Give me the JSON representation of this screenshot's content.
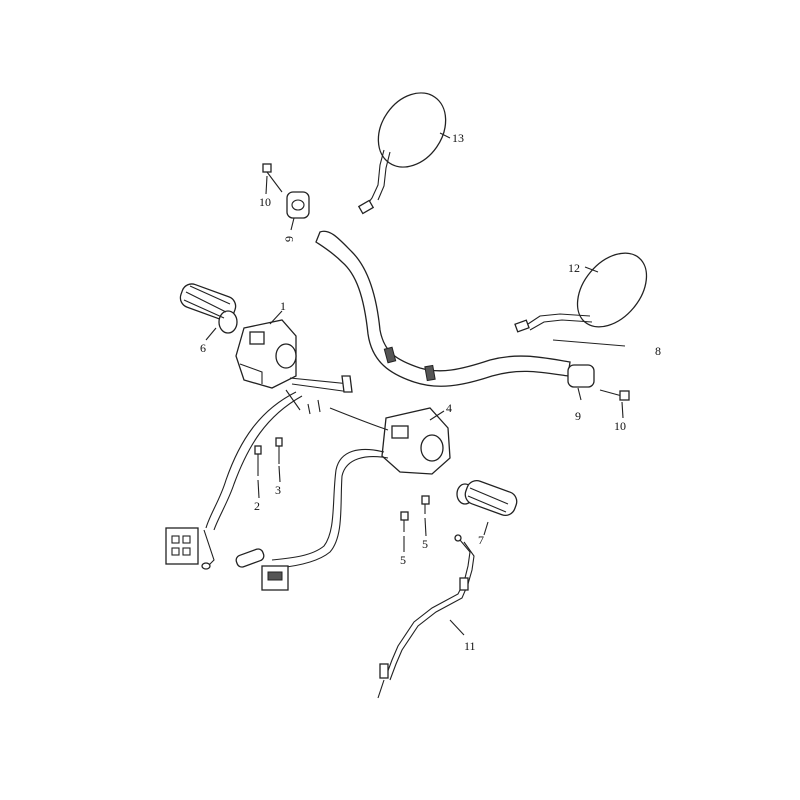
{
  "callouts": [
    {
      "id": "c1",
      "text": "1"
    },
    {
      "id": "c2",
      "text": "2"
    },
    {
      "id": "c3",
      "text": "3"
    },
    {
      "id": "c4",
      "text": "4"
    },
    {
      "id": "c5a",
      "text": "5"
    },
    {
      "id": "c5b",
      "text": "5"
    },
    {
      "id": "c6",
      "text": "6"
    },
    {
      "id": "c7",
      "text": "7"
    },
    {
      "id": "c8",
      "text": "8"
    },
    {
      "id": "c9a",
      "text": "9"
    },
    {
      "id": "c9b",
      "text": "9"
    },
    {
      "id": "c10a",
      "text": "10"
    },
    {
      "id": "c10b",
      "text": "10"
    },
    {
      "id": "c11",
      "text": "11"
    },
    {
      "id": "c12",
      "text": "12"
    },
    {
      "id": "c13",
      "text": "13"
    }
  ]
}
